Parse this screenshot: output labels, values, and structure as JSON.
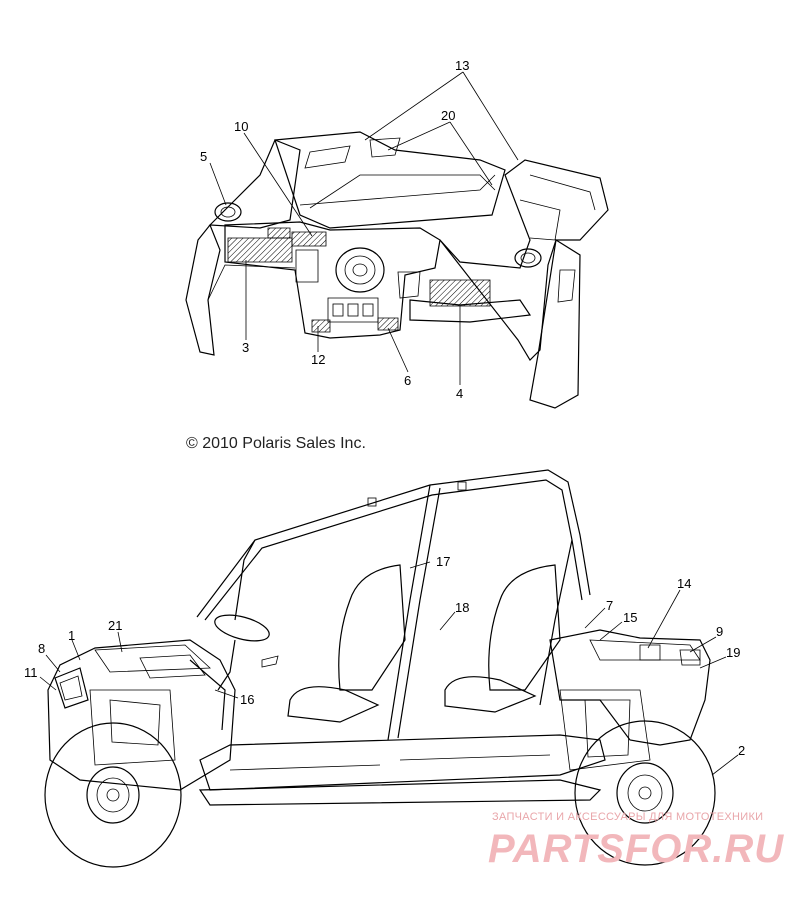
{
  "copyright": "© 2010 Polaris Sales Inc.",
  "watermark": {
    "tagline": "ЗАПЧАСТИ И АКСЕССУАРЫ ДЛЯ МОТОТЕХНИКИ",
    "logo_text": "PARTSFOR.RU",
    "color": "#f2b7bb"
  },
  "top_callouts": [
    "13",
    "20",
    "10",
    "5",
    "3",
    "12",
    "6",
    "4"
  ],
  "bottom_callouts": [
    "17",
    "18",
    "7",
    "14",
    "15",
    "9",
    "19",
    "1",
    "21",
    "8",
    "11",
    "16",
    "2"
  ]
}
